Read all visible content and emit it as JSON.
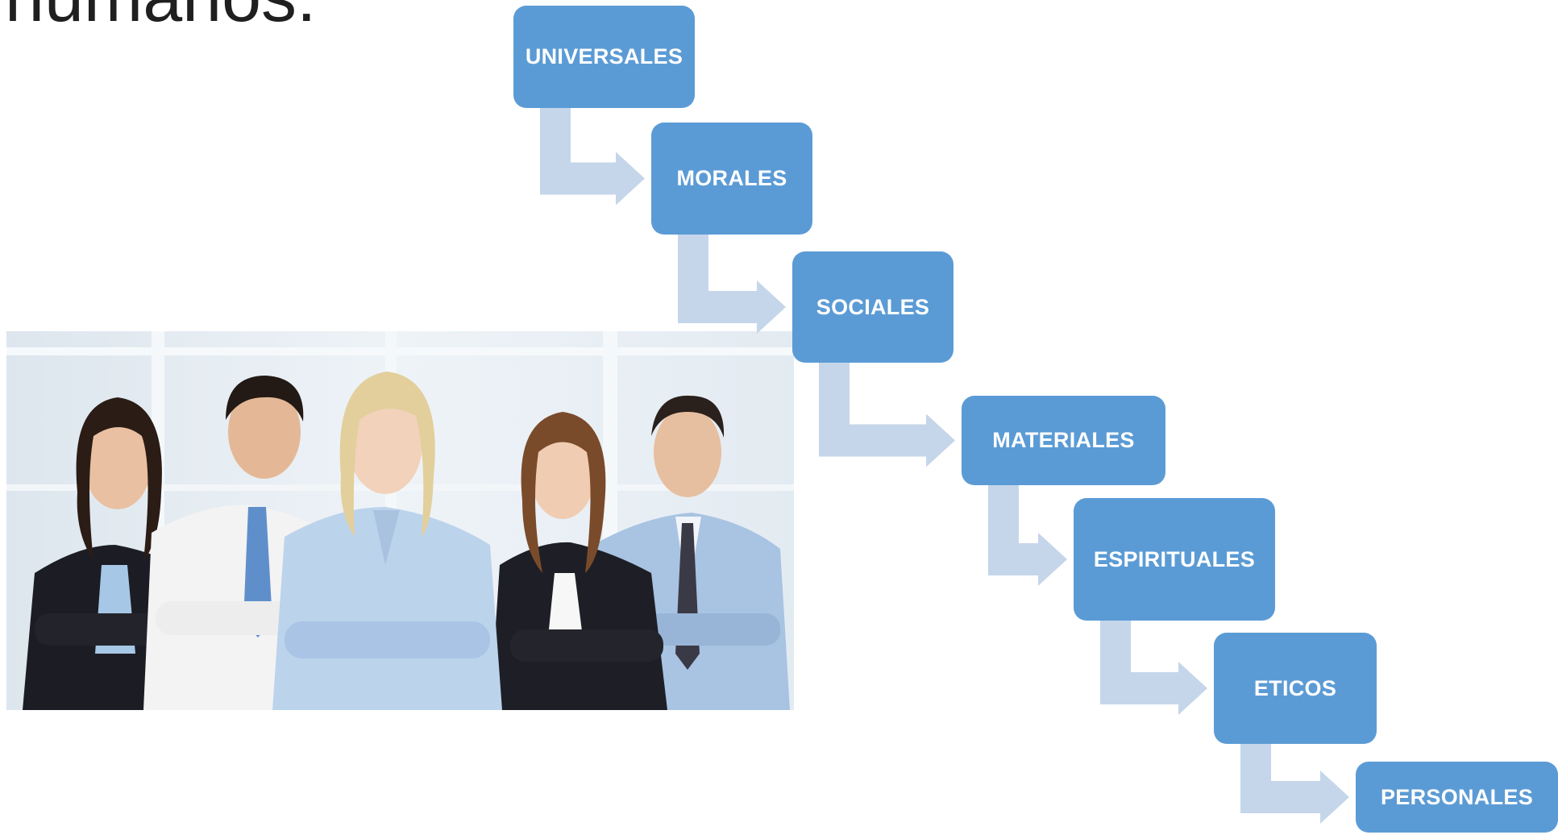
{
  "title": "humanos:",
  "colors": {
    "box_fill": "#5b9bd5",
    "box_text": "#ffffff",
    "connector": "#c5d6ea"
  },
  "steps": [
    {
      "label": "UNIVERSALES"
    },
    {
      "label": "MORALES"
    },
    {
      "label": "SOCIALES"
    },
    {
      "label": "MATERIALES"
    },
    {
      "label": "ESPIRITUALES"
    },
    {
      "label": "ETICOS"
    },
    {
      "label": "PERSONALES"
    }
  ],
  "photo": {
    "subject": "group-of-five-business-professionals"
  }
}
